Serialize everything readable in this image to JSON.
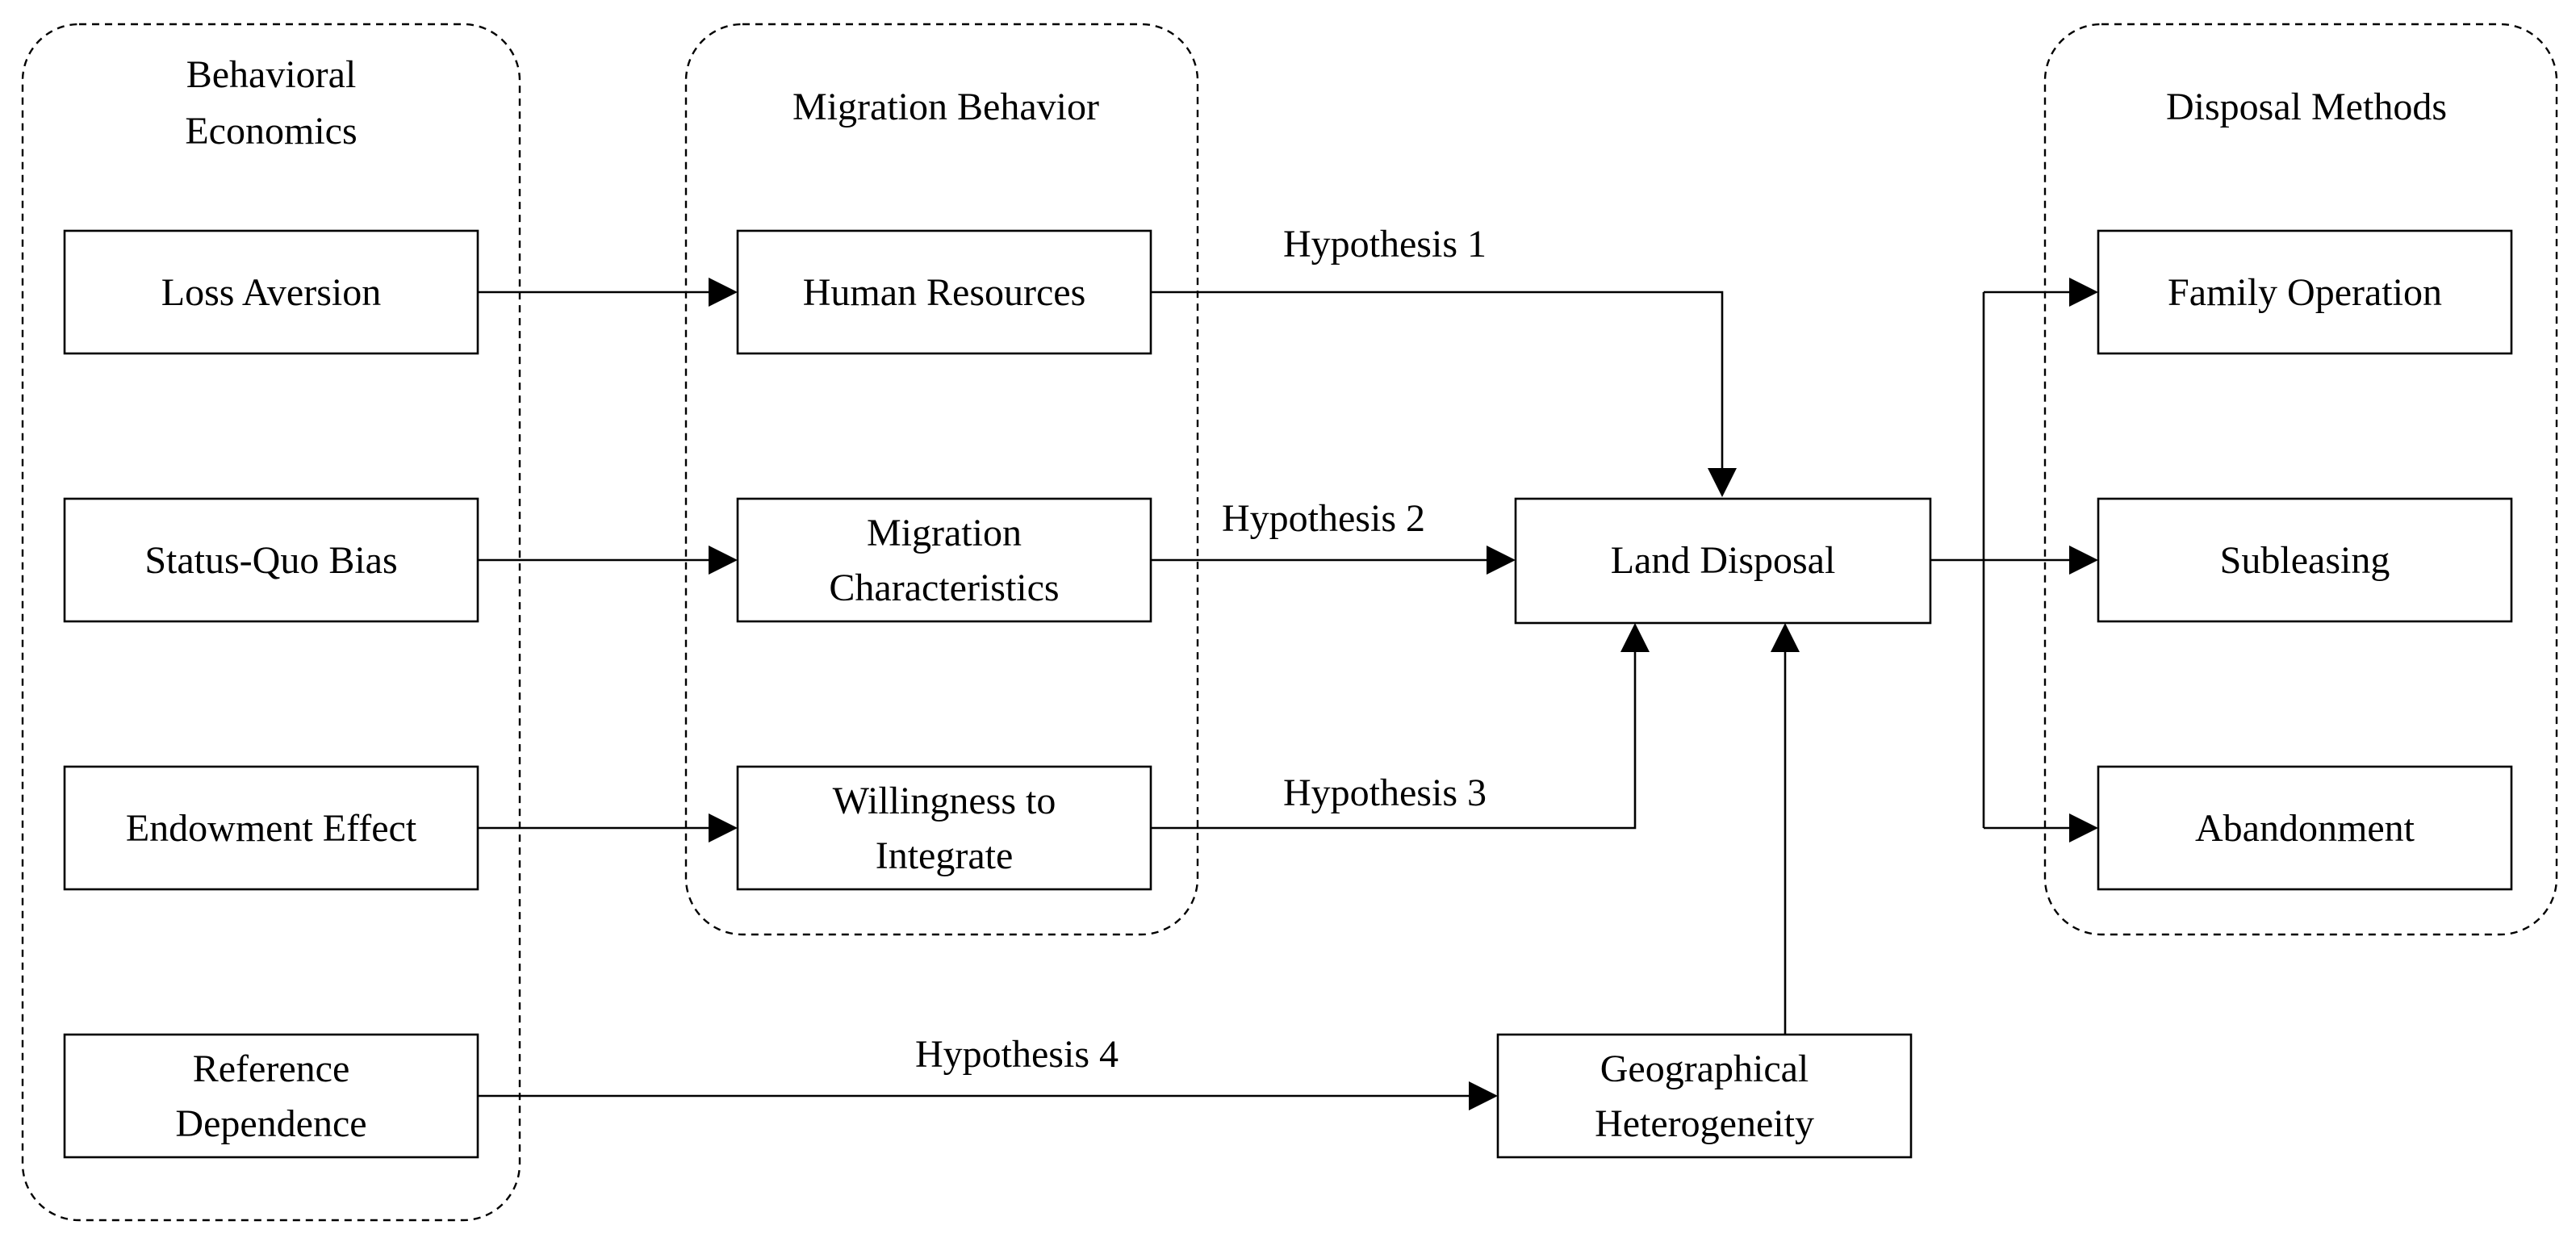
{
  "groups": {
    "behavioral_economics": {
      "title_line1": "Behavioral",
      "title_line2": "Economics"
    },
    "migration_behavior": {
      "title": "Migration Behavior"
    },
    "disposal_methods": {
      "title": "Disposal Methods"
    }
  },
  "nodes": {
    "loss_aversion": {
      "label": "Loss Aversion"
    },
    "status_quo_bias": {
      "label": "Status-Quo Bias"
    },
    "endowment_effect": {
      "label": "Endowment Effect"
    },
    "reference_dependence": {
      "line1": "Reference",
      "line2": "Dependence"
    },
    "human_resources": {
      "label": "Human Resources"
    },
    "migration_characteristics": {
      "line1": "Migration",
      "line2": "Characteristics"
    },
    "willingness_to_integrate": {
      "line1": "Willingness to",
      "line2": "Integrate"
    },
    "land_disposal": {
      "label": "Land Disposal"
    },
    "geographical_heterogeneity": {
      "line1": "Geographical",
      "line2": "Heterogeneity"
    },
    "family_operation": {
      "label": "Family Operation"
    },
    "subleasing": {
      "label": "Subleasing"
    },
    "abandonment": {
      "label": "Abandonment"
    }
  },
  "edges": {
    "hypothesis_1": "Hypothesis 1",
    "hypothesis_2": "Hypothesis 2",
    "hypothesis_3": "Hypothesis 3",
    "hypothesis_4": "Hypothesis 4"
  }
}
